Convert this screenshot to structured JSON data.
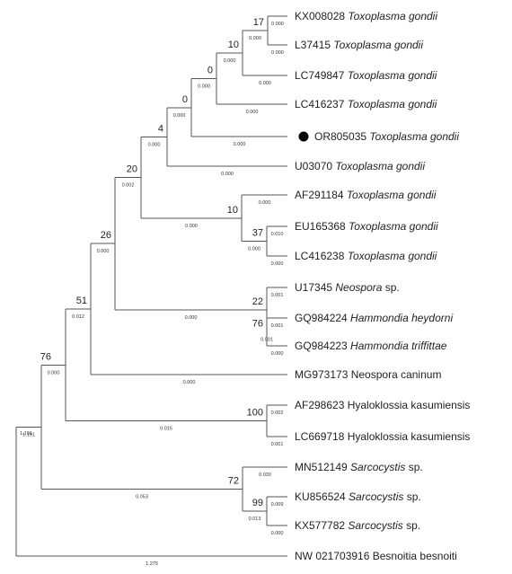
{
  "tree": {
    "taxa": [
      {
        "id": "KX008028",
        "accession": "KX008028",
        "species": "Toxoplasma gondii",
        "italic": true,
        "highlight": false
      },
      {
        "id": "L37415",
        "accession": "L37415",
        "species": "Toxoplasma gondii",
        "italic": true,
        "highlight": false
      },
      {
        "id": "LC749847",
        "accession": "LC749847",
        "species": "Toxoplasma gondii",
        "italic": true,
        "highlight": false
      },
      {
        "id": "LC416237",
        "accession": "LC416237",
        "species": "Toxoplasma gondii",
        "italic": true,
        "highlight": false
      },
      {
        "id": "OR805035",
        "accession": "OR805035",
        "species": "Toxoplasma gondii",
        "italic": true,
        "highlight": true
      },
      {
        "id": "U03070",
        "accession": "U03070",
        "species": "Toxoplasma gondii",
        "italic": true,
        "highlight": false
      },
      {
        "id": "AF291184",
        "accession": "AF291184",
        "species": "Toxoplasma gondii",
        "italic": true,
        "highlight": false
      },
      {
        "id": "EU165368",
        "accession": "EU165368",
        "species": "Toxoplasma gondii",
        "italic": true,
        "highlight": false
      },
      {
        "id": "LC416238",
        "accession": "LC416238",
        "species": "Toxoplasma gondii",
        "italic": true,
        "highlight": false
      },
      {
        "id": "U17345",
        "accession": "U17345",
        "species": "Neospora",
        "suffix": " sp.",
        "italic": true,
        "highlight": false
      },
      {
        "id": "GQ984224",
        "accession": "GQ984224",
        "species": "Hammondia heydorni",
        "italic": true,
        "highlight": false
      },
      {
        "id": "GQ984223",
        "accession": "GQ984223",
        "species": "Hammondia triffittae",
        "italic": true,
        "highlight": false
      },
      {
        "id": "MG973173",
        "accession": "MG973173",
        "species": "Neospora caninum",
        "italic": false,
        "highlight": false
      },
      {
        "id": "AF298623",
        "accession": "AF298623",
        "species": "Hyaloklossia kasumiensis",
        "italic": false,
        "highlight": false
      },
      {
        "id": "LC669718",
        "accession": "LC669718",
        "species": "Hyaloklossia kasumiensis",
        "italic": false,
        "highlight": false
      },
      {
        "id": "MN512149",
        "accession": "MN512149",
        "species": "Sarcocystis",
        "suffix": " sp.",
        "italic": true,
        "highlight": false
      },
      {
        "id": "KU856524",
        "accession": "KU856524",
        "species": "Sarcocystis",
        "suffix": " sp.",
        "italic": true,
        "highlight": false
      },
      {
        "id": "KX577782",
        "accession": "KX577782",
        "species": "Sarcocystis",
        "suffix": " sp.",
        "italic": true,
        "highlight": false
      },
      {
        "id": "NW021703916",
        "accession": "NW 021703916",
        "species": "Besnoitia besnoiti",
        "italic": false,
        "highlight": false
      }
    ],
    "nodes": [
      {
        "id": "n17",
        "bootstrap": "17",
        "children": [
          "KX008028",
          "L37415"
        ],
        "branch_length": "0.000"
      },
      {
        "id": "n10a",
        "bootstrap": "10",
        "children": [
          "n17",
          "LC749847"
        ],
        "branch_length": "0.000"
      },
      {
        "id": "n0a",
        "bootstrap": "0",
        "children": [
          "n10a",
          "LC416237"
        ],
        "branch_length": "0.000"
      },
      {
        "id": "n0b",
        "bootstrap": "0",
        "children": [
          "n0a",
          "OR805035"
        ],
        "branch_length": "0.000"
      },
      {
        "id": "n4",
        "bootstrap": "4",
        "children": [
          "n0b",
          "U03070"
        ],
        "branch_length": "0.000"
      },
      {
        "id": "n37",
        "bootstrap": "37",
        "children": [
          "EU165368",
          "LC416238"
        ],
        "branch_length": "0.000"
      },
      {
        "id": "n10b",
        "bootstrap": "10",
        "children": [
          "AF291184",
          "n37"
        ],
        "branch_length": "0.000"
      },
      {
        "id": "n20",
        "bootstrap": "20",
        "children": [
          "n4",
          "n10b"
        ],
        "branch_length": "0.002"
      },
      {
        "id": "n76a",
        "bootstrap": "76",
        "children": [
          "GQ984224",
          "GQ984223"
        ],
        "branch_length": "0.001"
      },
      {
        "id": "n22",
        "bootstrap": "22",
        "children": [
          "U17345",
          "n76a"
        ],
        "branch_length": "0.000"
      },
      {
        "id": "n26",
        "bootstrap": "26",
        "children": [
          "n20",
          "n22"
        ],
        "branch_length": "0.000"
      },
      {
        "id": "n51",
        "bootstrap": "51",
        "children": [
          "n26",
          "MG973173"
        ],
        "branch_length": "0.012"
      },
      {
        "id": "n100",
        "bootstrap": "100",
        "children": [
          "AF298623",
          "LC669718"
        ],
        "branch_length": "0.015"
      },
      {
        "id": "n76b",
        "bootstrap": "76",
        "children": [
          "n51",
          "n100"
        ],
        "branch_length": "0.000"
      },
      {
        "id": "n99",
        "bootstrap": "99",
        "children": [
          "KU856524",
          "KX577782"
        ],
        "branch_length": "0.013"
      },
      {
        "id": "n72",
        "bootstrap": "72",
        "children": [
          "MN512149",
          "n99"
        ],
        "branch_length": "0.053"
      },
      {
        "id": "nIn",
        "bootstrap": "",
        "children": [
          "n76b",
          "n72"
        ],
        "branch_length": "1.191"
      },
      {
        "id": "root",
        "bootstrap": "",
        "children": [
          "nIn",
          "NW021703916"
        ],
        "branch_length": ""
      }
    ],
    "terminal_branch_lengths": {
      "KX008028": "0.000",
      "L37415": "0.000",
      "LC749847": "0.000",
      "LC416237": "0.000",
      "OR805035": "0.000",
      "U03070": "0.000",
      "AF291184": "0.000",
      "EU165368": "0.010",
      "LC416238": "0.000",
      "U17345": "0.001",
      "GQ984224": "0.001",
      "GQ984223": "0.000",
      "MG973173": "0.000",
      "AF298623": "0.002",
      "LC669718": "0.001",
      "MN512149": "0.030",
      "KU856524": "0.009",
      "KX577782": "0.000",
      "NW021703916": "1.275"
    },
    "colors": {
      "branch": "#555555",
      "text": "#222222",
      "marker": "#000000"
    }
  }
}
